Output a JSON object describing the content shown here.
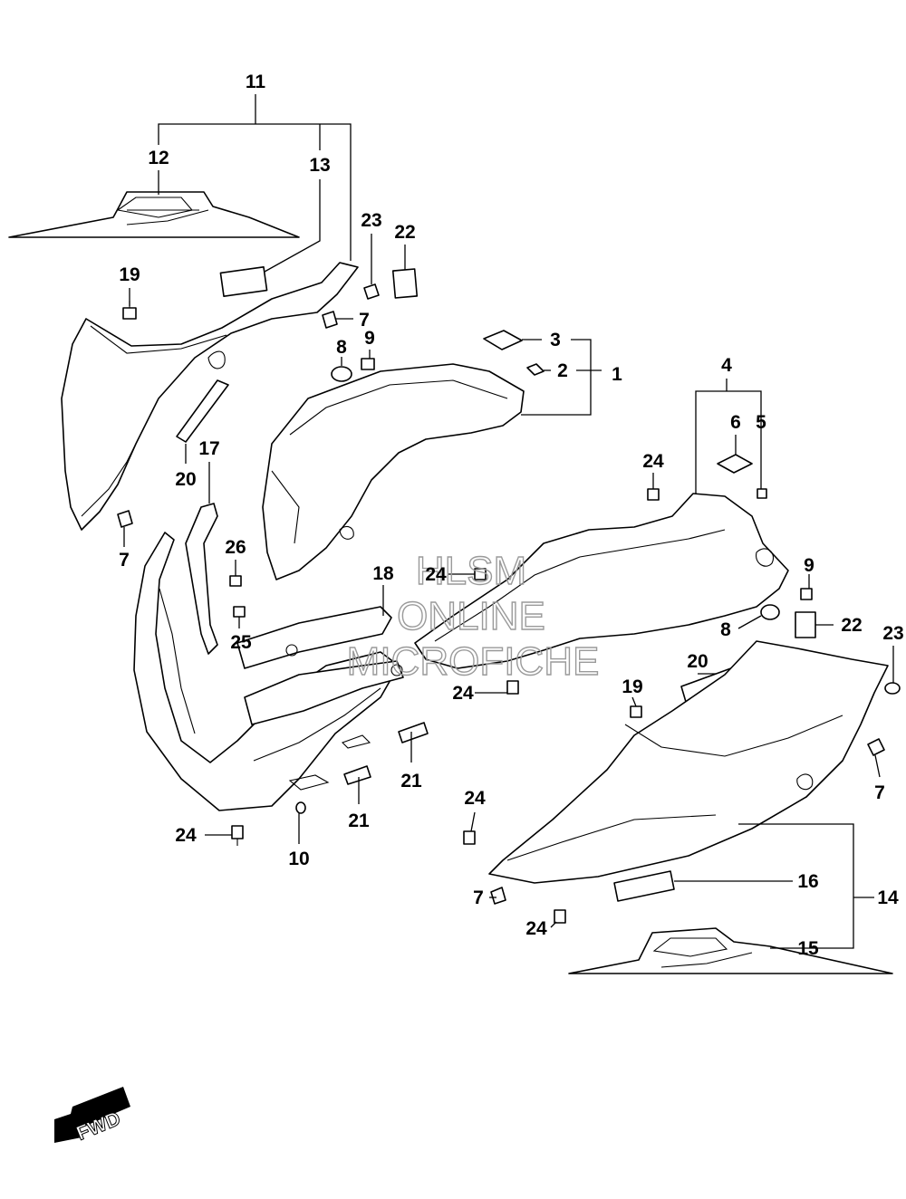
{
  "callouts": {
    "c1": "1",
    "c2": "2",
    "c3": "3",
    "c4": "4",
    "c5": "5",
    "c6": "6",
    "c7a": "7",
    "c7b": "7",
    "c7c": "7",
    "c7d": "7",
    "c8a": "8",
    "c8b": "8",
    "c9a": "9",
    "c9b": "9",
    "c10": "10",
    "c11": "11",
    "c12": "12",
    "c13": "13",
    "c14": "14",
    "c15": "15",
    "c16": "16",
    "c17": "17",
    "c18": "18",
    "c19a": "19",
    "c19b": "19",
    "c20a": "20",
    "c20b": "20",
    "c21a": "21",
    "c21b": "21",
    "c22a": "22",
    "c22b": "22",
    "c23a": "23",
    "c23b": "23",
    "c24a": "24",
    "c24b": "24",
    "c24c": "24",
    "c24d": "24",
    "c24e": "24",
    "c24f": "24",
    "c25": "25",
    "c26": "26"
  },
  "watermark": {
    "line1": "HLSM",
    "line2": "ONLINE",
    "line3": "MICROFICHE"
  },
  "direction_badge": {
    "text": "FWD"
  }
}
